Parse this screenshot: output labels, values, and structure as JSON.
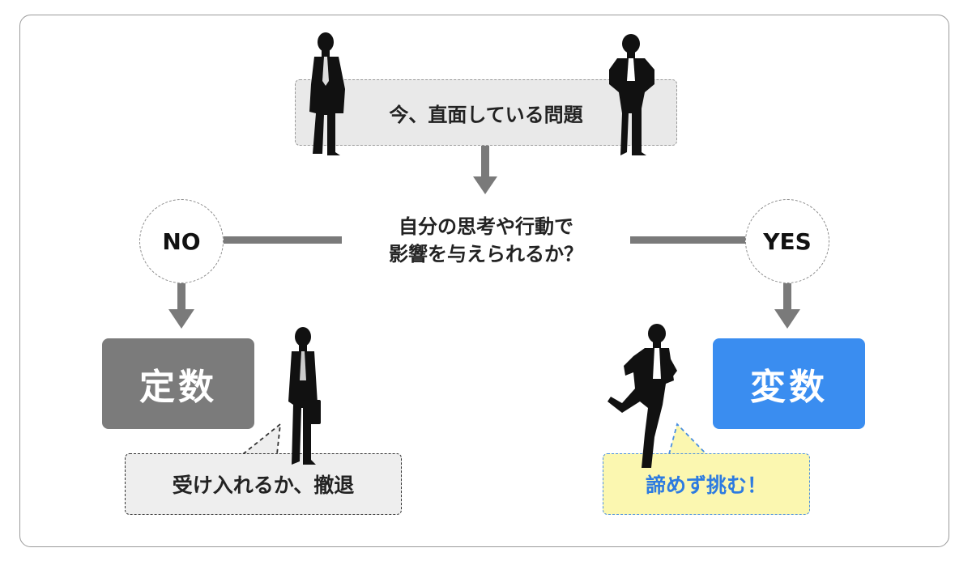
{
  "problem": {
    "label": "今、直面している問題"
  },
  "question": {
    "line1": "自分の思考や行動で",
    "line2": "影響を与えられるか？"
  },
  "branches": {
    "no": {
      "label": "NO",
      "result": "定数",
      "comment": "受け入れるか、撤退",
      "color": "#7b7b7b"
    },
    "yes": {
      "label": "YES",
      "result": "変数",
      "comment": "諦めず挑む！",
      "color": "#3a8df0"
    }
  },
  "colors": {
    "arrow": "#7a7a7a",
    "silhouette": "#111111",
    "accent_blue": "#3a8df0",
    "highlight_yellow": "#fbf7b0"
  }
}
